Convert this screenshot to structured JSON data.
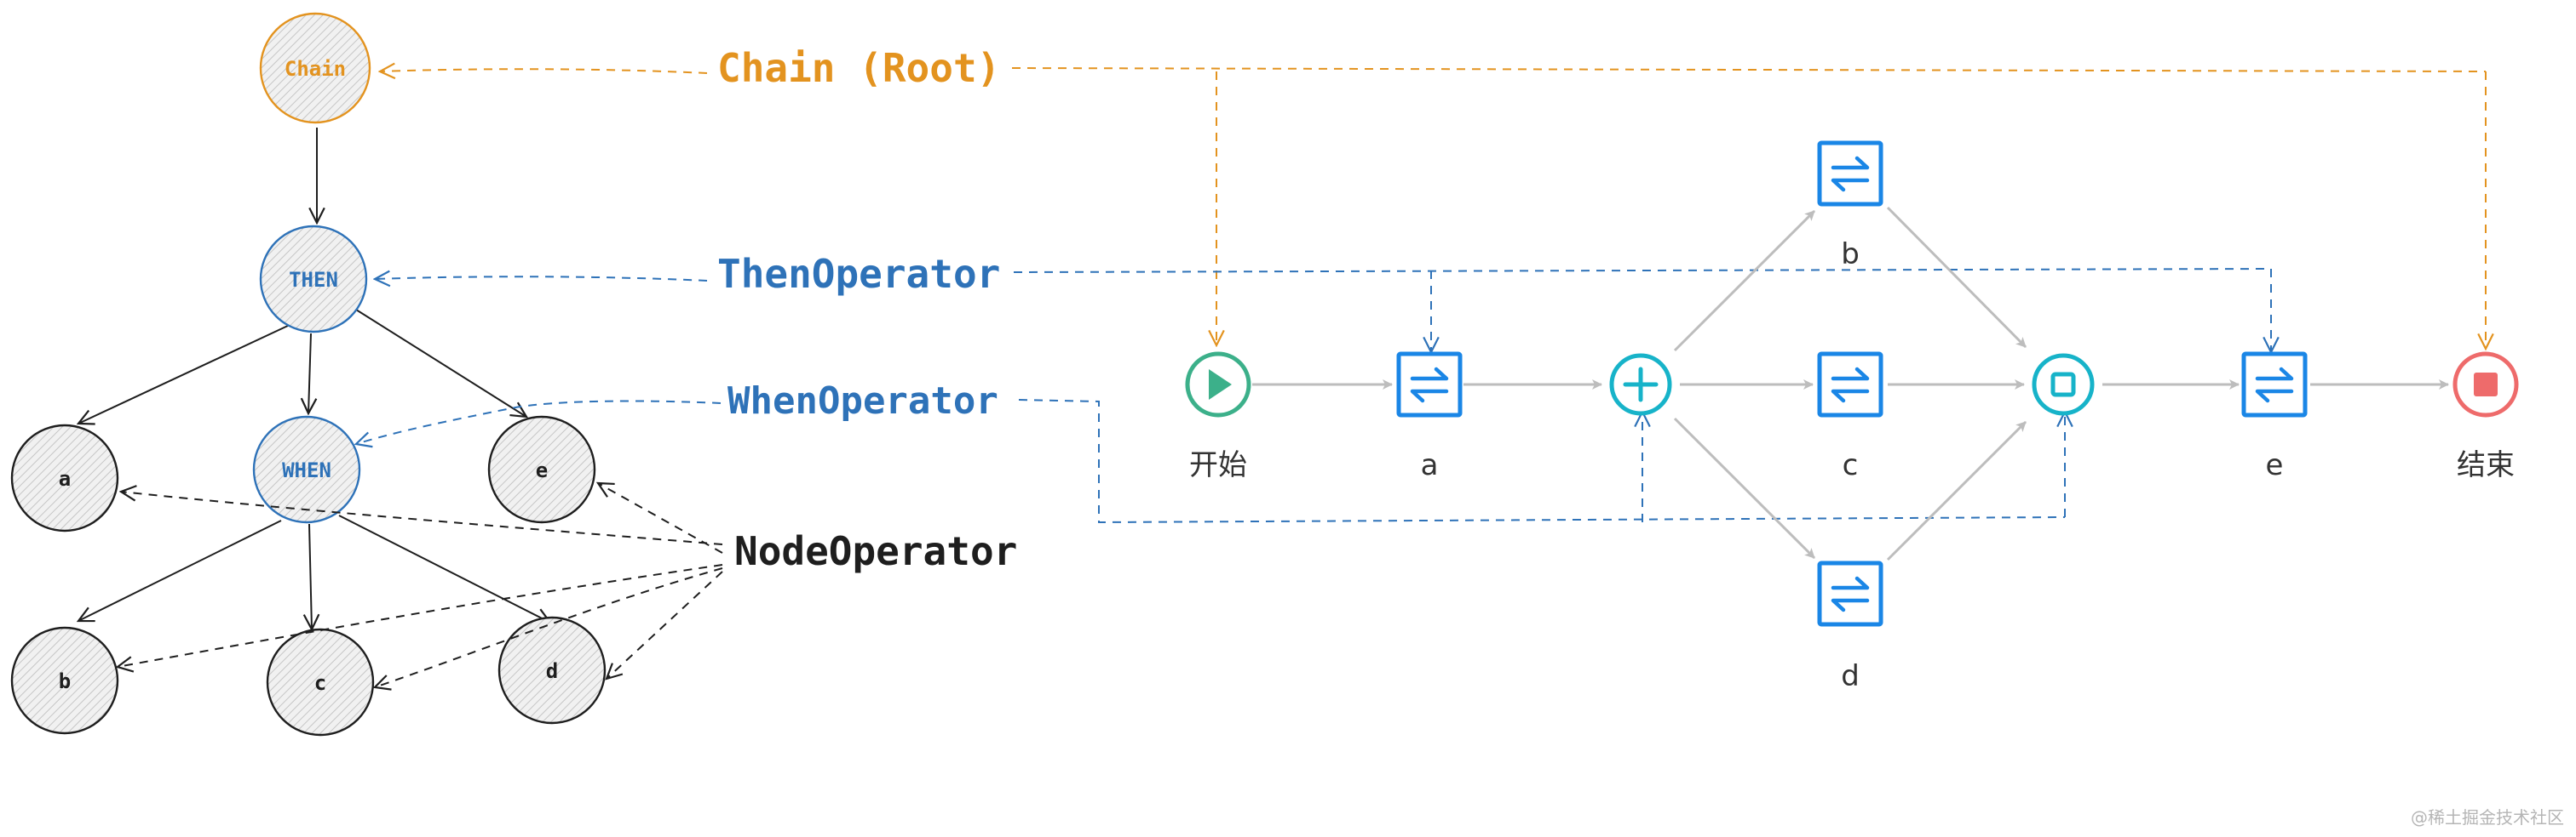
{
  "labels": {
    "chain": "Chain (Root)",
    "then": "ThenOperator",
    "when": "WhenOperator",
    "node": "NodeOperator"
  },
  "ast": {
    "chain": "Chain",
    "then": "THEN",
    "when": "WHEN",
    "a": "a",
    "e": "e",
    "b": "b",
    "c": "c",
    "d": "d"
  },
  "flow": {
    "start": "开始",
    "a": "a",
    "b": "b",
    "c": "c",
    "d": "d",
    "e": "e",
    "end": "结束"
  },
  "watermark": "@稀土掘金技术社区",
  "colors": {
    "chain": "#e3931f",
    "operator": "#2e72b8",
    "node": "#1e1e1e",
    "start": "#3cb08a",
    "task": "#1a86e6",
    "gateway": "#17b3c9",
    "end": "#ee6b6b",
    "edge": "#bdbdbd"
  },
  "icons": {
    "start": "play-icon",
    "task": "swap-arrows-icon",
    "fork": "plus-icon",
    "join": "square-icon",
    "end": "stop-icon"
  }
}
